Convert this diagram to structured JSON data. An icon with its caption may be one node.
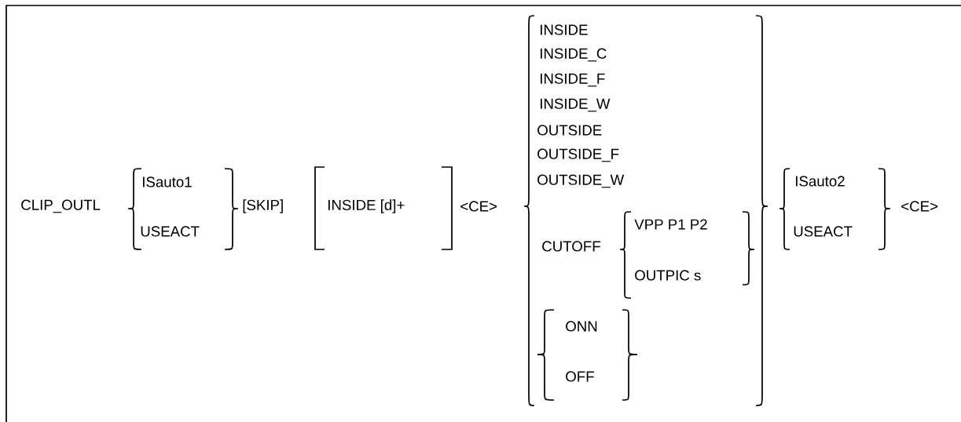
{
  "diagram": {
    "labels": [
      "CLIP_OUTL",
      "ISauto1",
      "USEACT",
      "[SKIP]",
      "INSIDE [d]+",
      "<CE>",
      "INSIDE",
      "INSIDE_C",
      "INSIDE_F",
      "INSIDE_W",
      "OUTSIDE",
      "OUTSIDE_F",
      "OUTSIDE_W",
      "CUTOFF",
      "VPP P1 P2",
      "OUTPIC s",
      "ONN",
      "OFF",
      "ISauto2",
      "USEACT",
      "<CE>"
    ]
  }
}
